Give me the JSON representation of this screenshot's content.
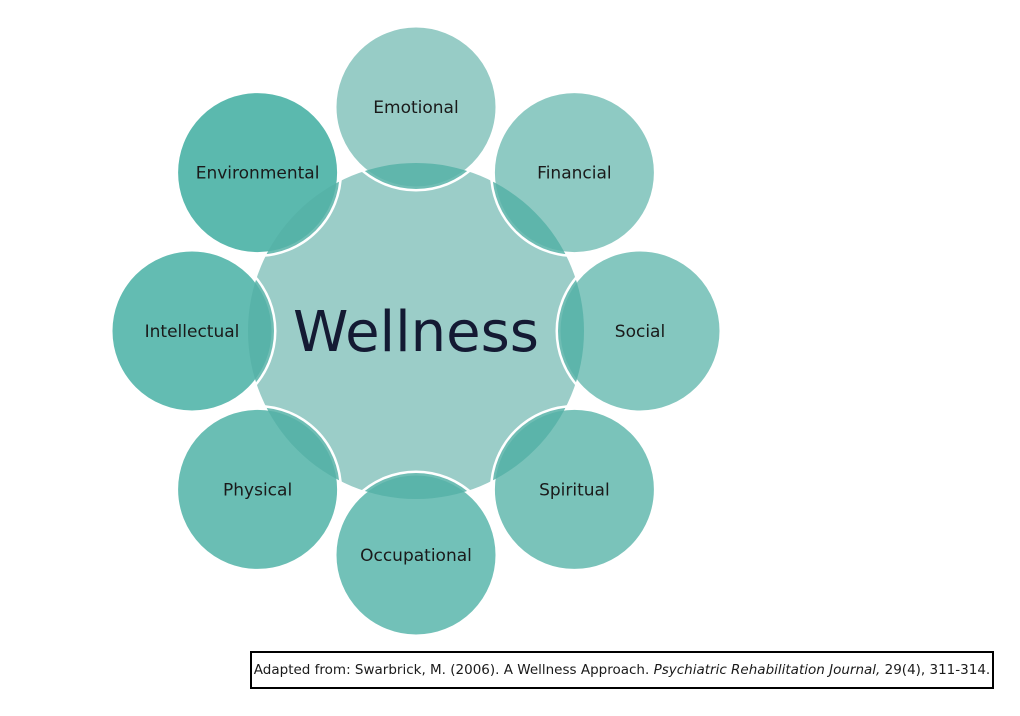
{
  "center": {
    "label": "Wellness",
    "color": "#9bcdc8"
  },
  "dimensions": [
    {
      "label": "Emotional",
      "color": "#97ccc6"
    },
    {
      "label": "Financial",
      "color": "#8ecac3"
    },
    {
      "label": "Social",
      "color": "#84c7bf"
    },
    {
      "label": "Spiritual",
      "color": "#7ac3ba"
    },
    {
      "label": "Occupational",
      "color": "#72c1b8"
    },
    {
      "label": "Physical",
      "color": "#6abeb4"
    },
    {
      "label": "Intellectual",
      "color": "#63bcb2"
    },
    {
      "label": "Environmental",
      "color": "#5bb9ae"
    }
  ],
  "overlap_color": "#56b2a7",
  "citation": {
    "prefix": "Adapted from: Swarbrick, M. (2006). A Wellness Approach. ",
    "journal": "Psychiatric Rehabilitation Journal,",
    "suffix": " 29(4), 311-314."
  }
}
